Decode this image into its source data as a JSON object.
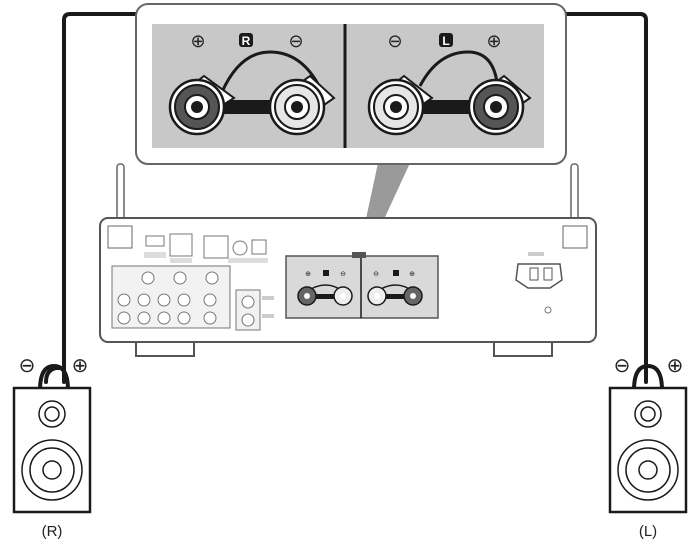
{
  "callout": {
    "right_channel": {
      "letter": "R",
      "plus_symbol": "⊕",
      "minus_symbol": "⊖"
    },
    "left_channel": {
      "letter": "L",
      "plus_symbol": "⊕",
      "minus_symbol": "⊖"
    }
  },
  "speakers": {
    "right": {
      "label": "(R)",
      "minus_symbol": "⊖",
      "plus_symbol": "⊕"
    },
    "left": {
      "label": "(L)",
      "minus_symbol": "⊖",
      "plus_symbol": "⊕"
    }
  },
  "colors": {
    "cable": "#1a1a1a",
    "panel": "#d9d9d9",
    "callout_bg": "#c8c8c8",
    "terminal_red": "#c8c8c8",
    "device_outline": "#555555"
  }
}
